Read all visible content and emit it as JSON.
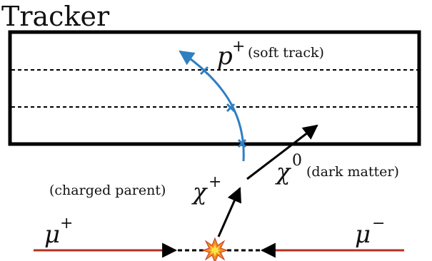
{
  "title": "Tracker",
  "labels": {
    "proton_symbol": "p",
    "proton_charge": "+",
    "proton_note": "(soft track)",
    "chi_plus_note": "(charged parent)",
    "chi_plus_symbol": "χ",
    "chi_plus_charge": "+",
    "chi_zero_symbol": "χ",
    "chi_zero_charge": "0",
    "chi_zero_note": "(dark matter)",
    "mu_plus_symbol": "μ",
    "mu_plus_charge": "+",
    "mu_minus_symbol": "μ",
    "mu_minus_charge": "−"
  },
  "colors": {
    "track": "#2f7fc1",
    "muon_beam": "#b03220",
    "outline": "#000000",
    "burst_outer": "#f28c1b",
    "burst_inner": "#ffe14d"
  },
  "icons": {
    "collision": "explosion-burst-icon",
    "hit": "x-hit-marker-icon"
  }
}
